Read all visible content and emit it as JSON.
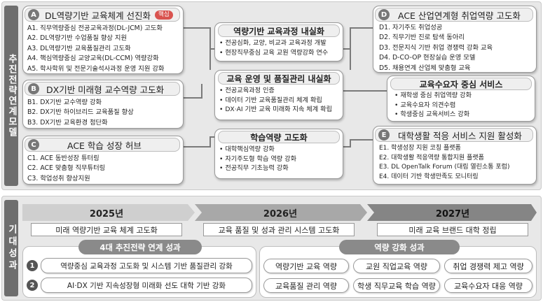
{
  "top": {
    "side_label": "추진전략연계모델",
    "A": {
      "letter": "A",
      "title": "DL역량기반 교육체계 선진화",
      "badge": "핵심",
      "items": [
        "A1. 직무역량중심 전공교육과정(DL-JCM) 고도화",
        "A2. DL역량기반 수업품질 향상 지원",
        "A3. DL역량기반 교육품질관리 고도화",
        "A4. 핵심역량중심 교양교육(DL-CCM) 역량강화",
        "A5. 학사학위 및 전문기술석사과정 운영 지원 강화"
      ]
    },
    "B": {
      "letter": "B",
      "title": "DX기반 미래형 교수역량 고도화",
      "items": [
        "B1. DX기반 교수역량 강화",
        "B2. DX기반 하이브리드 교육품질 향상",
        "B3. DX기반 교육환경 첨단화"
      ]
    },
    "C": {
      "letter": "C",
      "title": "ACE 학습 성장 허브",
      "items": [
        "C1. ACE 동반성장 튜터링",
        "C2. ACE 맞춤형 직무튜터링",
        "C3. 학업성취 향상지원"
      ]
    },
    "D": {
      "letter": "D",
      "title": "ACE 산업연계형 취업역량 고도화",
      "items": [
        "D1. 자기주도 취업성공",
        "D2. 직무기반 진로 탐색 동아리",
        "D3. 전문지식 기반 취업 경쟁력 강화 교육",
        "D4. D-CO-OP 현장실습 운영 모델",
        "D5. 채용연계 산업체 맞춤형 교육"
      ]
    },
    "E": {
      "letter": "E",
      "title": "대학생활 적응 서비스 지원 활성화",
      "items": [
        "E1. 학생성장 지원 코칭 플랫폼",
        "E2. 대학생활 적응역량 통합지원 플랫폼",
        "E3. DL OpenTalk Forum (대림 열린소통 포럼)",
        "E4. 데이터 기반 학생만족도 모니터링"
      ]
    },
    "mid1": {
      "title": "역량기반 교육과정 내실화",
      "items": [
        "• 전공심화, 교양, 비교과 교육과정 개발",
        "• 현장직무중심 교육 교원 역량강화 연수"
      ]
    },
    "mid2": {
      "title": "교육 운영 및 품질관리 내실화",
      "items": [
        "• 전공교육과정 인증",
        "• 데이터 기반 교육품질관리 체계 확립",
        "• DX·AI 기반 교육 미래화 지속 체계 확립"
      ]
    },
    "mid3": {
      "title": "학습역량 고도화",
      "items": [
        "• 대학핵심역량 강화",
        "• 자기주도형 학습 역량 강화",
        "• 전공직무 기초능력 강화"
      ]
    },
    "demand": {
      "title": "교육수요자 중심 서비스",
      "items": [
        "• 재학생 중심 취업역량 강화",
        "• 교육수요자 의견수렴",
        "• 학생중심 교육서비스 강화"
      ]
    }
  },
  "bottom": {
    "side_label": "기대성과",
    "years": [
      "2025년",
      "2026년",
      "2027년"
    ],
    "goals": [
      "미래 역량기반 교육 체계 고도화",
      "교육 품질 및 성과 관리 시스템 고도화",
      "미래 교육 브랜드 대학 정립"
    ],
    "linkage": {
      "title": "4대 추진전략 연계 성과",
      "items": [
        {
          "num": "1",
          "text": "역량중심 교육과정 고도화 및 시스템 기반 품질관리 강화"
        },
        {
          "num": "2",
          "text": "AI·DX 기반 지속성장형 미래화 선도 대학 기반 강화"
        }
      ]
    },
    "capacity": {
      "title": "역량 강화 성과",
      "items": [
        "역량기반 교육 역량",
        "교원 직업교육 역량",
        "취업 경쟁력 제고 역량",
        "교육품질 관리 역량",
        "학생 직무교육 학습 역량",
        "교육수요자 대응 역량"
      ]
    }
  }
}
